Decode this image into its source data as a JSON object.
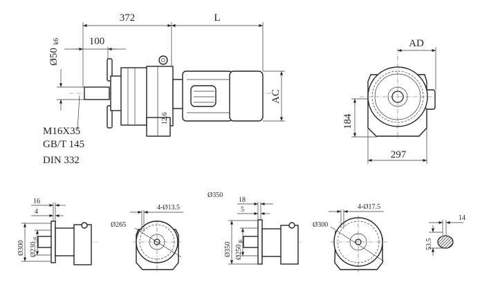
{
  "main_view": {
    "dim_372": "372",
    "dim_L": "L",
    "dim_100": "100",
    "dim_shaft": "Ø50",
    "dim_shaft_tol": "k6",
    "dim_AC": "AC",
    "dim_12_6": "12.6",
    "note_line1": "M16X35",
    "note_line2": "GB/T 145",
    "note_line3": "DIN 332"
  },
  "end_view": {
    "dim_AD": "AD",
    "dim_184": "184",
    "dim_297": "297"
  },
  "flange_small": {
    "dim_16": "16",
    "dim_4": "4",
    "dim_outer": "Ø300",
    "dim_spigot": "Ø230",
    "dim_spigot_tol": "j6",
    "dim_pcd": "Ø265",
    "dim_holes": "4-Ø13.5"
  },
  "flange_large": {
    "title": "Ø350",
    "dim_18": "18",
    "dim_5": "5",
    "dim_outer": "Ø350",
    "dim_spigot": "Ø250",
    "dim_spigot_tol": "j6",
    "dim_pcd": "Ø300",
    "dim_holes": "4-Ø17.5"
  },
  "key_section": {
    "dim_14": "14",
    "dim_53_5": "53.5"
  }
}
